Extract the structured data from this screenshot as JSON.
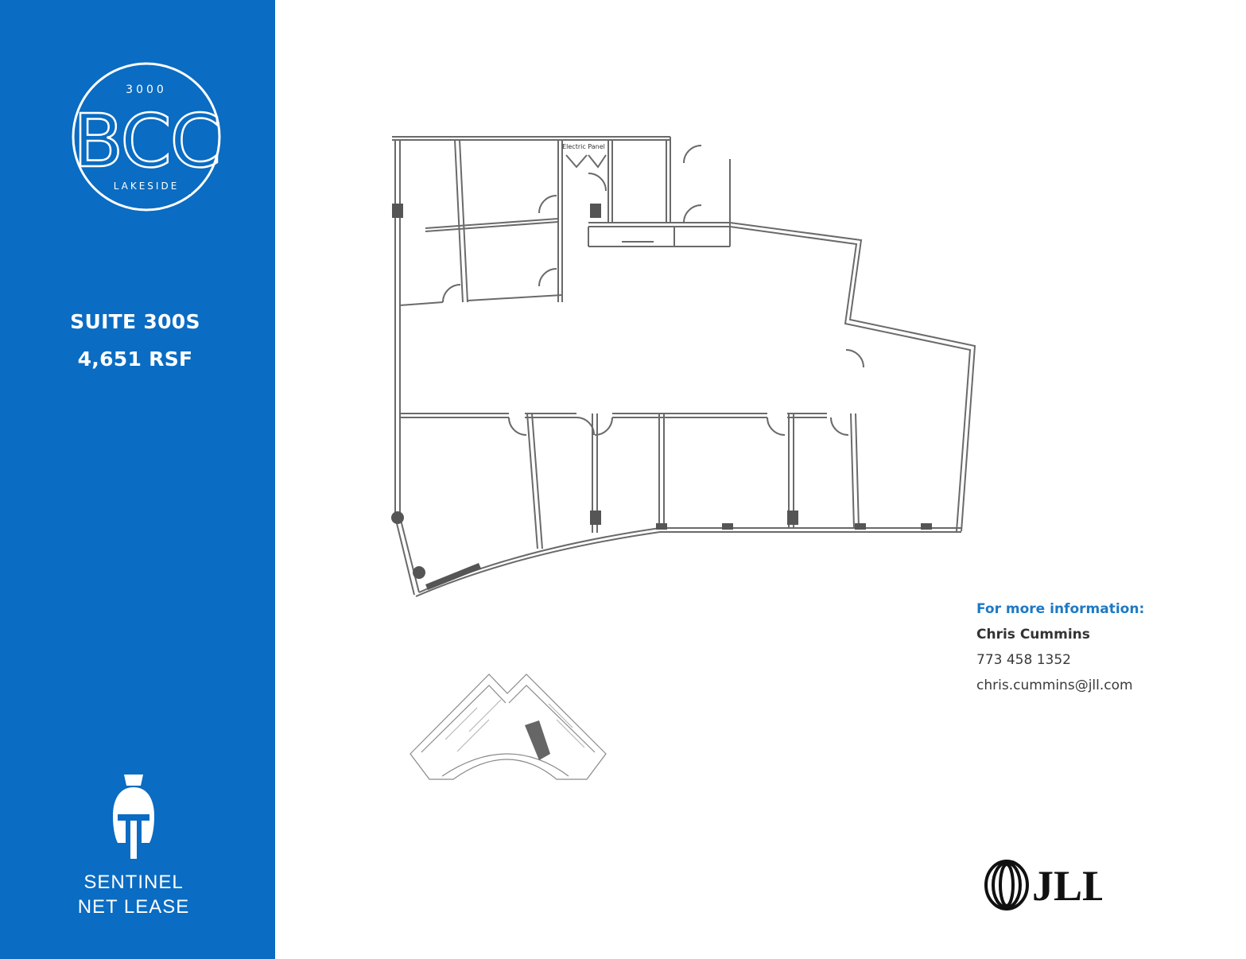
{
  "sidebar": {
    "logo": {
      "number": "3000",
      "letters": "BCC",
      "subtitle": "LAKESIDE"
    },
    "suite": {
      "title": "SUITE 300S",
      "area": "4,651 RSF"
    },
    "brand": {
      "line1": "SENTINEL",
      "line2": "NET LEASE"
    }
  },
  "floorplan": {
    "label": "Electric Panel"
  },
  "contact": {
    "heading": "For more information:",
    "name": "Chris Cummins",
    "phone": "773 458 1352",
    "email": "chris.cummins@jll.com"
  },
  "jll": {
    "text": "JLL"
  },
  "colors": {
    "sidebar": "#0a6cc2",
    "heading": "#1d79c4"
  }
}
